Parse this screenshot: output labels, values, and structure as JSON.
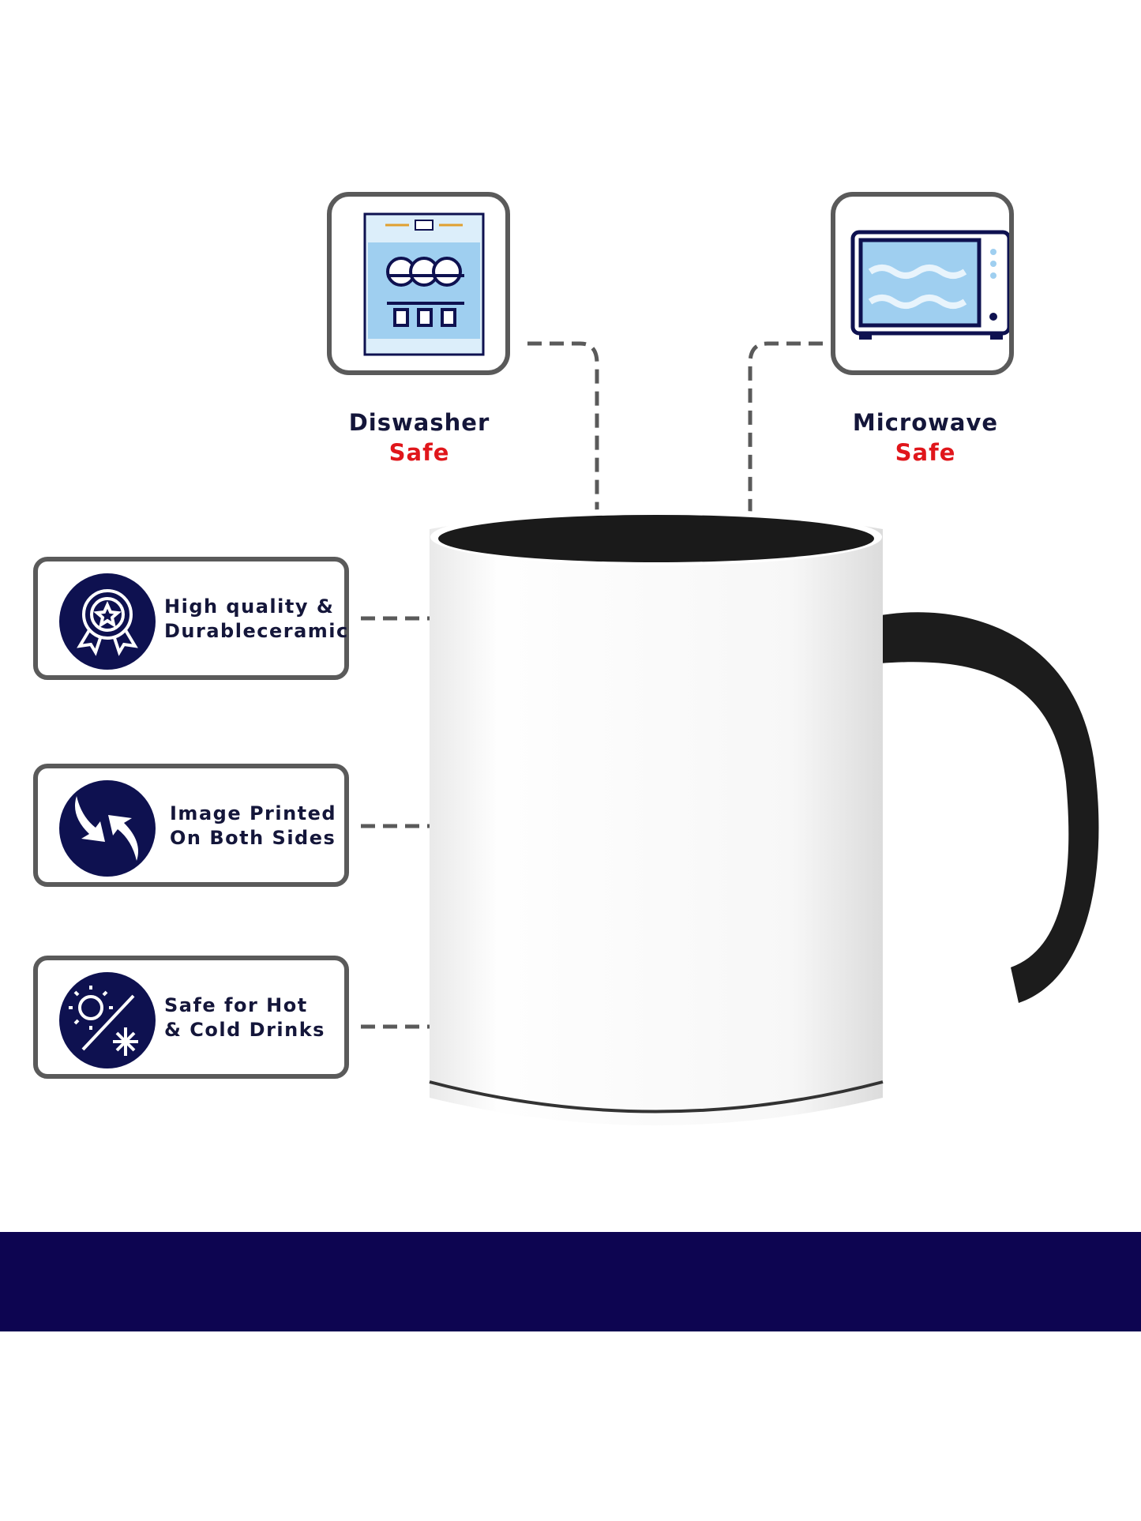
{
  "top_features": [
    {
      "line1": "Diswasher",
      "line2": "Safe",
      "icon": "dishwasher-icon"
    },
    {
      "line1": "Microwave",
      "line2": "Safe",
      "icon": "microwave-icon"
    }
  ],
  "side_features": [
    {
      "line1": "High quality &",
      "line2": "Durableceramic",
      "icon": "award-badge-icon"
    },
    {
      "line1": "Image Printed",
      "line2": "On Both Sides",
      "icon": "swap-arrows-icon"
    },
    {
      "line1": "Safe for Hot",
      "line2": "& Cold Drinks",
      "icon": "sun-snowflake-icon"
    }
  ],
  "colors": {
    "navy": "#0e1150",
    "accent_red": "#e0161b",
    "band": "#0d0551",
    "border": "#5a5a5a"
  }
}
